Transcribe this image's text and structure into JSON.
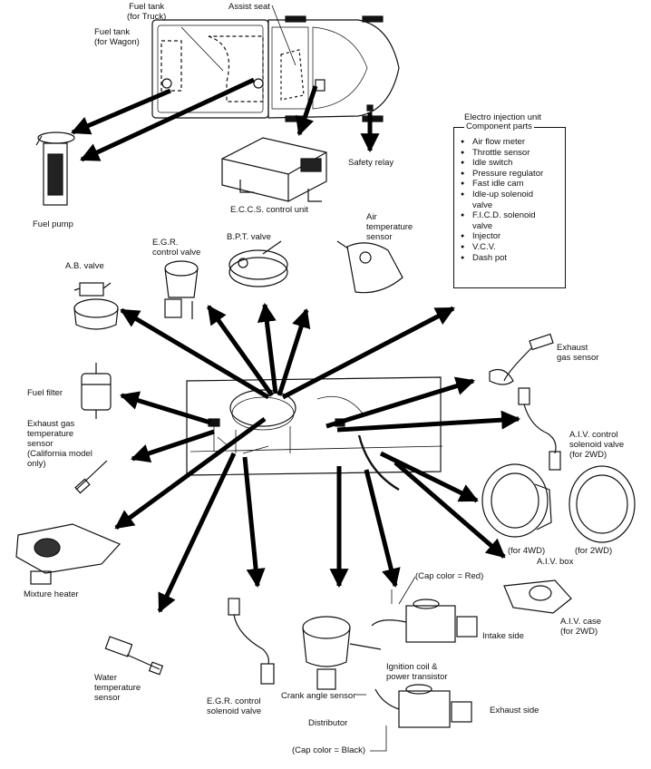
{
  "labels": {
    "fuel_tank_truck": "Fuel tank\n(for Truck)",
    "assist_seat": "Assist seat",
    "fuel_tank_wagon": "Fuel tank\n(for Wagon)",
    "electro_injection_unit": "Electro injection unit",
    "safety_relay": "Safety relay",
    "fuel_pump": "Fuel pump",
    "eccs_control_unit": "E.C.C.S. control unit",
    "egr_control_valve": "E.G.R.\ncontrol valve",
    "bpt_valve": "B.P.T. valve",
    "air_temperature_sensor": "Air\ntemperature\nsensor",
    "ab_valve": "A.B. valve",
    "exhaust_gas_sensor": "Exhaust\ngas sensor",
    "fuel_filter": "Fuel filter",
    "exhaust_gas_temperature_sensor": "Exhaust gas\ntemperature\nsensor\n(California model\nonly)",
    "aiv_control_solenoid_valve": "A.I.V. control\nsolenoid valve\n(for 2WD)",
    "for_4wd": "(for 4WD)",
    "for_2wd": "(for 2WD)",
    "aiv_box": "A.I.V. box",
    "mixture_heater": "Mixture heater",
    "cap_color_red": "(Cap color = Red)",
    "aiv_case": "A.I.V. case\n(for 2WD)",
    "intake_side": "Intake side",
    "water_temperature_sensor": "Water\ntemperature\nsensor",
    "egr_control_solenoid_valve": "E.G.R. control\nsolenoid valve",
    "ignition_coil": "Ignition coil &\npower transistor",
    "crank_angle_sensor": "Crank angle sensor",
    "exhaust_side": "Exhaust side",
    "distributor": "Distributor",
    "cap_color_black": "(Cap color = Black)"
  },
  "component_parts": {
    "title": "Component parts",
    "items": [
      "Air flow meter",
      "Throttle sensor",
      "Idle switch",
      "Pressure regulator",
      "Fast idle cam",
      "Idle-up solenoid\nvalve",
      "F.I.C.D. solenoid\nvalve",
      "Injector",
      "V.C.V.",
      "Dash pot"
    ]
  }
}
